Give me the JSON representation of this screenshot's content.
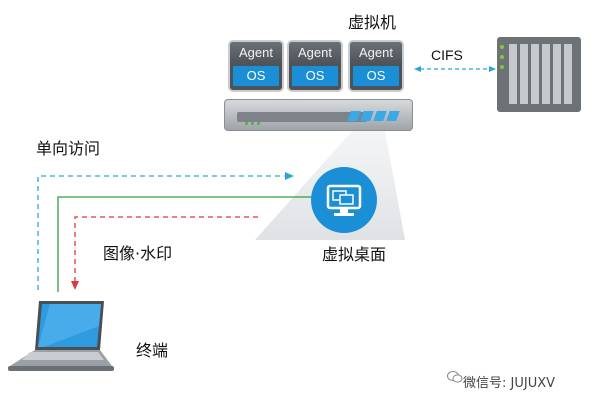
{
  "vm_cluster": {
    "title": "虚拟机",
    "vms": [
      {
        "agent": "Agent",
        "os": "OS"
      },
      {
        "agent": "Agent",
        "os": "OS"
      },
      {
        "agent": "Agent",
        "os": "OS"
      }
    ]
  },
  "storage_link": {
    "label": "CIFS"
  },
  "virtual_desktop": {
    "label": "虚拟桌面"
  },
  "flows": {
    "one_way_access": "单向访问",
    "image_watermark": "图像·水印"
  },
  "terminal": {
    "label": "终端"
  },
  "watermark": {
    "text": "微信号: JUJUXV"
  },
  "colors": {
    "accent_blue": "#1a8fd6",
    "dashed_cyan": "#2aa6d9",
    "solid_green": "#2f9e45",
    "dashed_red": "#e0383a",
    "cone_gray": "#e6e8ea"
  }
}
